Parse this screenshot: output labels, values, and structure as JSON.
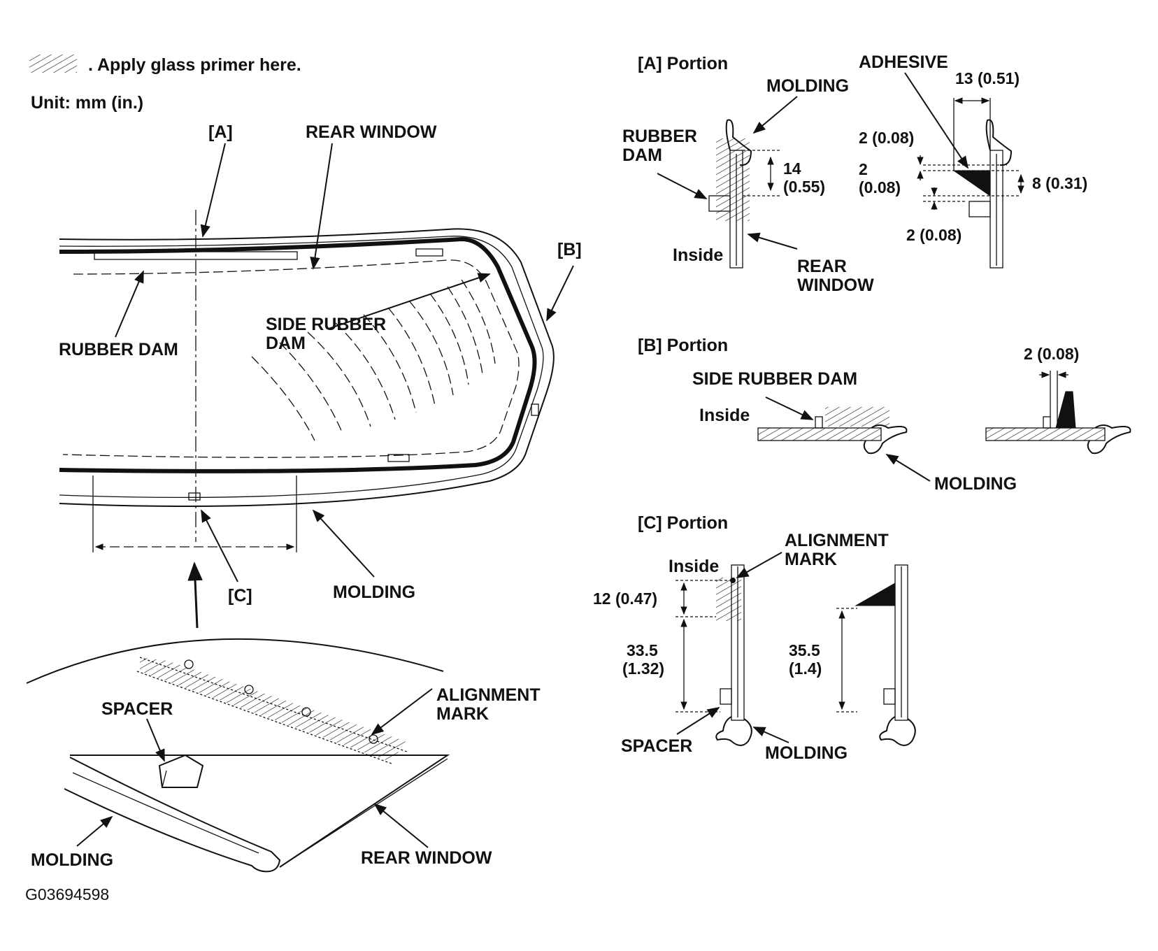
{
  "legend": {
    "text": ". Apply glass primer here.",
    "unit": "Unit: mm (in.)"
  },
  "main_view": {
    "marker_a": "[A]",
    "marker_b": "[B]",
    "marker_c": "[C]",
    "rear_window": "REAR WINDOW",
    "rubber_dam": "RUBBER DAM",
    "side_rubber_dam": [
      "SIDE RUBBER",
      "DAM"
    ],
    "molding": "MOLDING"
  },
  "detail_view": {
    "spacer": "SPACER",
    "alignment_mark": [
      "ALIGNMENT",
      "MARK"
    ],
    "molding": "MOLDING",
    "rear_window": "REAR WINDOW"
  },
  "portion_a": {
    "title": "[A]  Portion",
    "molding": "MOLDING",
    "adhesive": "ADHESIVE",
    "rubber_dam": [
      "RUBBER",
      "DAM"
    ],
    "inside": "Inside",
    "rear_window": [
      "REAR",
      "WINDOW"
    ],
    "dim_14": [
      "14",
      "(0.55)"
    ],
    "dim_13": "13 (0.51)",
    "dim_2_top": "2 (0.08)",
    "dim_2_mid": [
      "2",
      "(0.08)"
    ],
    "dim_2_bot": "2 (0.08)",
    "dim_8": "8 (0.31)"
  },
  "portion_b": {
    "title": "[B]  Portion",
    "side_rubber_dam": "SIDE RUBBER DAM",
    "inside": "Inside",
    "molding": "MOLDING",
    "dim_2": "2 (0.08)"
  },
  "portion_c": {
    "title": "[C]  Portion",
    "alignment_mark": [
      "ALIGNMENT",
      "MARK"
    ],
    "inside": "Inside",
    "dim_12": "12 (0.47)",
    "dim_33": [
      "33.5",
      "(1.32)"
    ],
    "dim_35": [
      "35.5",
      "(1.4)"
    ],
    "spacer": "SPACER",
    "molding": "MOLDING"
  },
  "figure_code": "G03694598"
}
